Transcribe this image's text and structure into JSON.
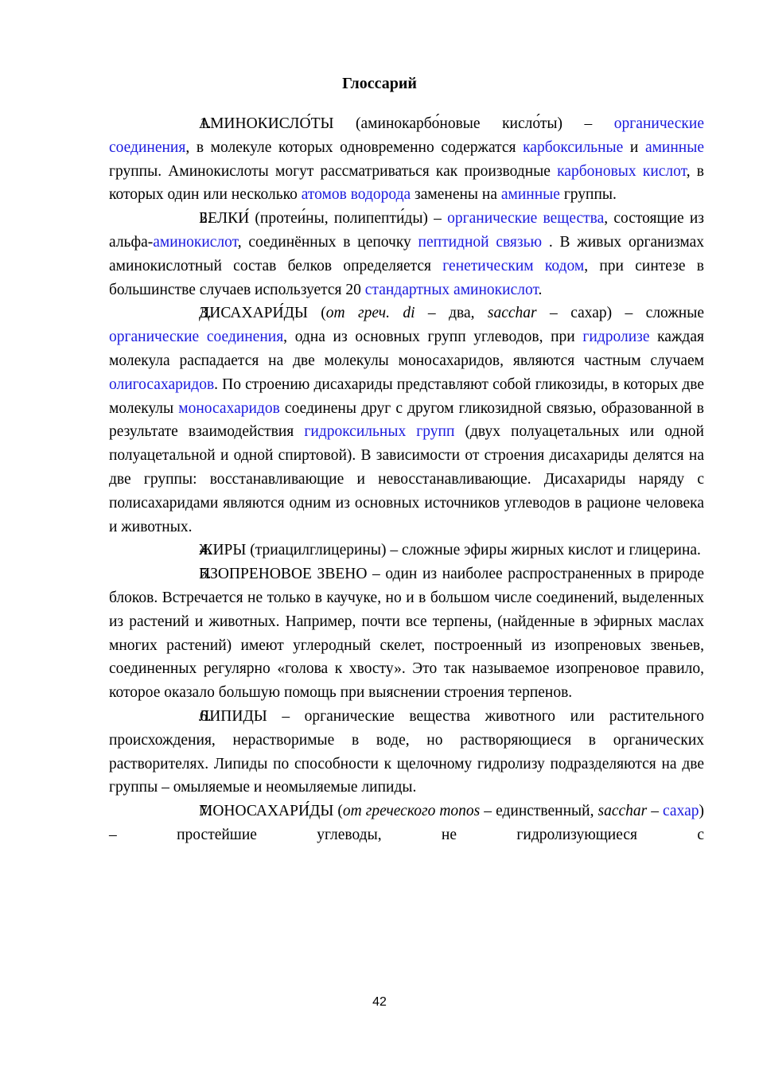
{
  "title": "Глоссарий",
  "page_number": "42",
  "colors": {
    "link": "#1a1adf",
    "text": "#000000"
  },
  "entries": [
    {
      "num": "1.",
      "segments": [
        {
          "t": "АМИНОКИСЛО́ТЫ (аминокарбо́новые кисло́ты) – "
        },
        {
          "t": "органические соединения",
          "link": true
        },
        {
          "t": ", в молекуле которых одновременно содержатся "
        },
        {
          "t": "карбоксильные",
          "link": true
        },
        {
          "t": " и "
        },
        {
          "t": "аминные",
          "link": true
        },
        {
          "t": " группы. Аминокислоты могут рассматриваться как производные "
        },
        {
          "t": "карбоновых кислот",
          "link": true
        },
        {
          "t": ", в которых один или несколько "
        },
        {
          "t": "атомов водорода",
          "link": true
        },
        {
          "t": " заменены на "
        },
        {
          "t": "аминные",
          "link": true
        },
        {
          "t": " группы."
        }
      ]
    },
    {
      "num": "2.",
      "segments": [
        {
          "t": "БЕЛКИ́ (протеи́ны, полипепти́ды) – "
        },
        {
          "t": "органические вещества",
          "link": true
        },
        {
          "t": ", состоящие из альфа-"
        },
        {
          "t": "аминокислот",
          "link": true
        },
        {
          "t": ", соединённых в цепочку "
        },
        {
          "t": "пептидной связью",
          "link": true
        },
        {
          "t": " . В живых организмах аминокислотный состав белков определяется "
        },
        {
          "t": "генетическим кодом",
          "link": true
        },
        {
          "t": ", при синтезе в большинстве случаев используется 20 "
        },
        {
          "t": "стандартных аминокислот",
          "link": true
        },
        {
          "t": "."
        }
      ]
    },
    {
      "num": "3.",
      "segments": [
        {
          "t": "ДИСАХАРИ́ДЫ ("
        },
        {
          "t": "от греч. di",
          "italic": true
        },
        {
          "t": " – два, "
        },
        {
          "t": "sacchar",
          "italic": true
        },
        {
          "t": " – сахар) – сложные "
        },
        {
          "t": "органические соединения",
          "link": true
        },
        {
          "t": ", одна из основных групп углеводов, при "
        },
        {
          "t": "гидролизе",
          "link": true
        },
        {
          "t": " каждая молекула распадается на две молекулы моносахаридов, являются частным случаем "
        },
        {
          "t": "олигосахаридов",
          "link": true
        },
        {
          "t": ". По строению дисахариды представляют собой гликозиды, в которых две молекулы "
        },
        {
          "t": "моносахаридов",
          "link": true
        },
        {
          "t": " соединены друг с другом гликозидной связью, образованной в результате взаимодействия "
        },
        {
          "t": "гидроксильных групп",
          "link": true
        },
        {
          "t": " (двух полуацетальных или одной полуацетальной и одной спиртовой). В зависимости от строения дисахариды делятся на две группы: восстанавливающие и невосстанавливающие. Дисахариды наряду с полисахаридами являются одним из основных источников углеводов в рационе человека и животных."
        }
      ]
    },
    {
      "num": "4.",
      "segments": [
        {
          "t": "ЖИРЫ (триацилглицерины) – сложные эфиры жирных кислот и глицерина."
        }
      ]
    },
    {
      "num": "5.",
      "segments": [
        {
          "t": "ИЗОПРЕНОВОЕ ЗВЕНО – один из наиболее распространенных в природе блоков. Встречается не только в каучуке, но и в большом числе соединений, выделенных из растений и животных. Например, почти все терпены, (найденные в эфирных маслах многих растений) имеют углеродный скелет, построенный из изопреновых звеньев, соединенных регулярно «голова к хвосту». Это так называемое изопреновое правило, которое оказало большую помощь при выяснении строения терпенов."
        }
      ]
    },
    {
      "num": "6.",
      "segments": [
        {
          "t": "ЛИПИДЫ – органические вещества животного или растительного происхождения, нерастворимые в воде, но растворяющиеся в органических растворителях. Липиды по способности к щелочному гидролизу подразделяются на две группы – омыляемые и неомыляемые липиды."
        }
      ]
    },
    {
      "num": "7.",
      "segments": [
        {
          "t": "МОНОСАХАРИ́ДЫ ("
        },
        {
          "t": "от греческого monos",
          "italic": true
        },
        {
          "t": " – единственный, "
        },
        {
          "t": "sacchar",
          "italic": true
        },
        {
          "t": " – "
        },
        {
          "t": "сахар",
          "link": true
        },
        {
          "t": ") – простейшие углеводы, не гидролизующиеся с"
        }
      ]
    }
  ]
}
